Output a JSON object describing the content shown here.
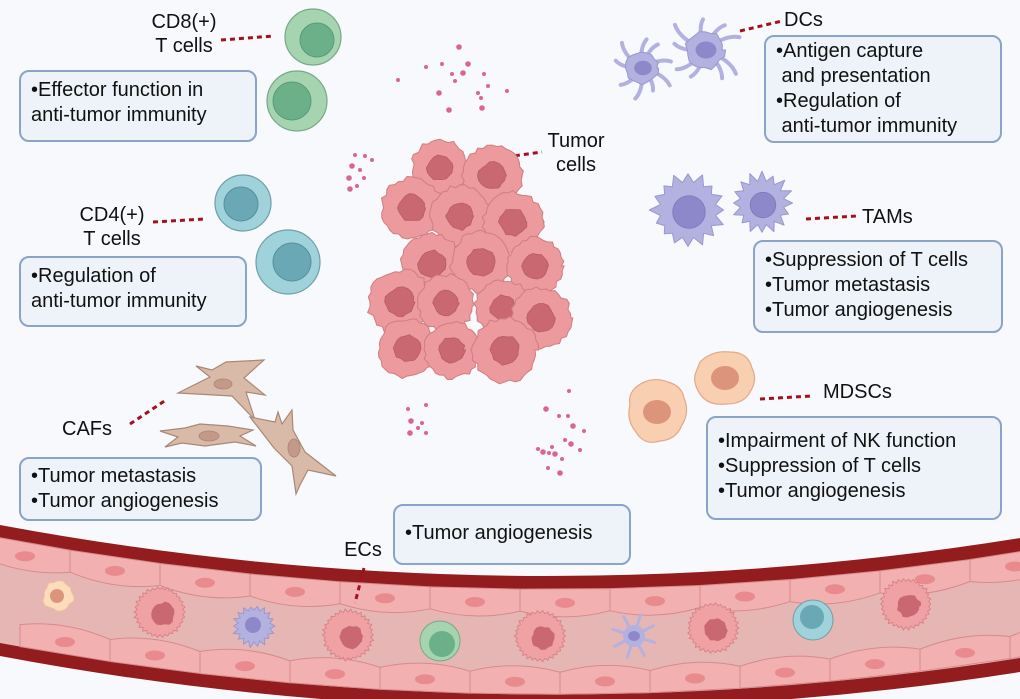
{
  "figure": {
    "title": "Tumor microenvironment cell types and functions",
    "colors": {
      "background": "#f8f9fc",
      "box_fill": "#eef3f9",
      "box_border": "#8aa3c9",
      "leader_line": "#a3121c",
      "tumor_cell": "#ec9a9d",
      "tumor_nucleus": "#c96870",
      "cd8_cell": "#a6d4b0",
      "cd8_nucleus": "#6bb089",
      "cd4_cell": "#9fd2da",
      "cd4_nucleus": "#6aa8b5",
      "dc_tam_cell": "#b3b1e0",
      "dc_tam_nucleus": "#8d88c9",
      "mdsc_cell": "#f8cfb0",
      "mdsc_nucleus": "#dc957a",
      "caf_cell": "#d9b9a8",
      "caf_nucleus": "#c3998a",
      "vessel_wall": "#931c1f",
      "vessel_lumen": "#e6b6b4",
      "endothelial": "#f2b1b0",
      "secreted_dots": "#d9668e"
    }
  },
  "cells": {
    "cd8": {
      "label_line1": "CD8(+)",
      "label_line2": "T cells",
      "functions": [
        "•Effector function in",
        "anti-tumor immunity"
      ]
    },
    "cd4": {
      "label_line1": "CD4(+)",
      "label_line2": "T cells",
      "functions": [
        "•Regulation of",
        "anti-tumor immunity"
      ]
    },
    "caf": {
      "label": "CAFs",
      "functions": [
        "•Tumor metastasis",
        "•Tumor angiogenesis"
      ]
    },
    "tumor": {
      "label_line1": "Tumor",
      "label_line2": "cells"
    },
    "dc": {
      "label": "DCs",
      "functions": [
        "•Antigen capture",
        " and presentation",
        "•Regulation of",
        " anti-tumor immunity"
      ]
    },
    "tam": {
      "label": "TAMs",
      "functions": [
        "•Suppression of T cells",
        "•Tumor metastasis",
        "•Tumor angiogenesis"
      ]
    },
    "mdsc": {
      "label": "MDSCs",
      "functions": [
        "•Impairment of NK function",
        "•Suppression of T cells",
        "•Tumor angiogenesis"
      ]
    },
    "ec": {
      "label": "ECs",
      "functions": [
        "•Tumor angiogenesis"
      ]
    }
  }
}
